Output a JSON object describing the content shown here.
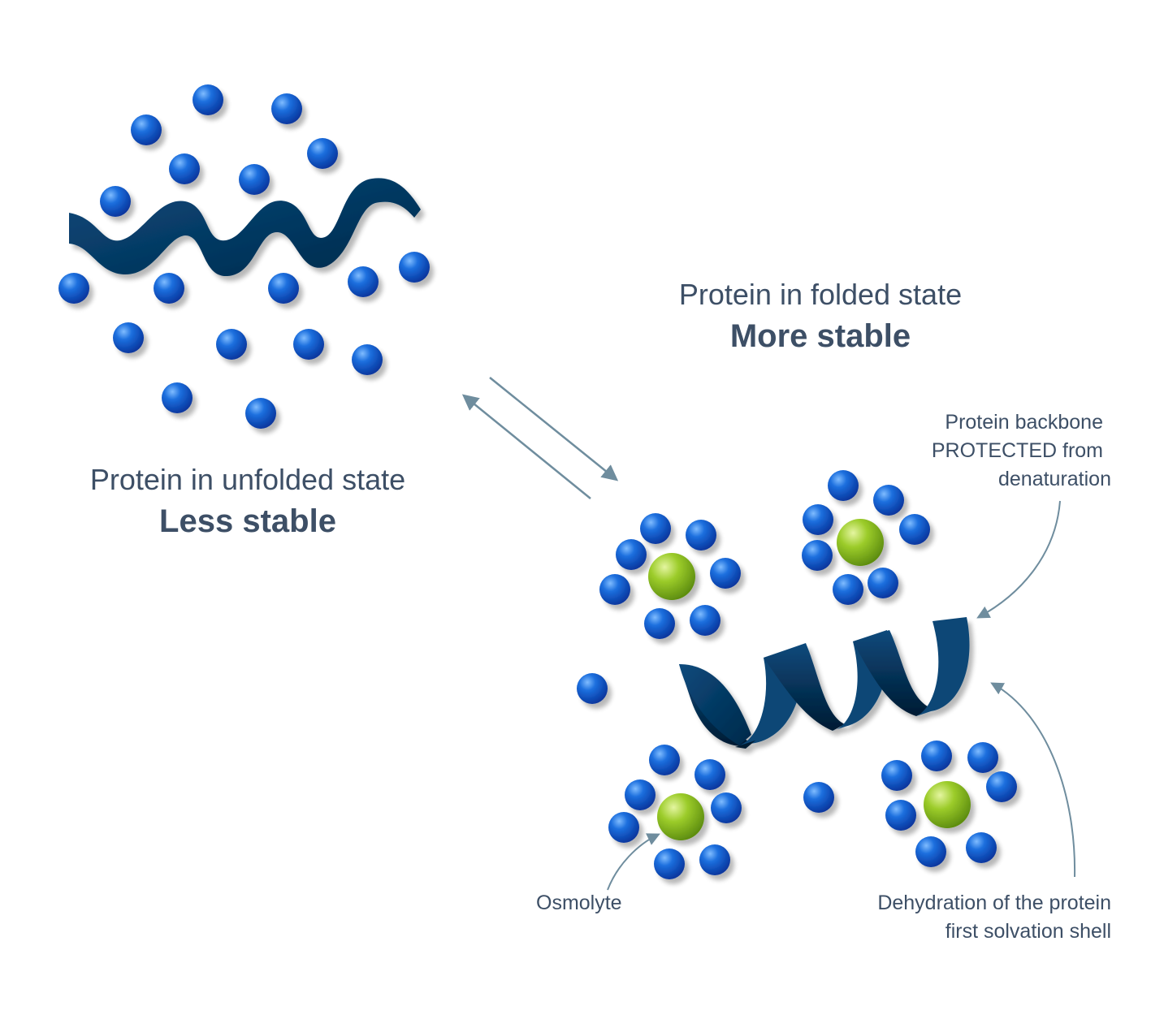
{
  "labels": {
    "unfolded_state": "Protein in unfolded state",
    "unfolded_stability": "Less stable",
    "folded_state": "Protein in folded state",
    "folded_stability": "More stable",
    "backbone_line1": "Protein backbone",
    "backbone_line2": "PROTECTED from",
    "backbone_line3": "denaturation",
    "osmolyte": "Osmolyte",
    "dehydration_line1": "Dehydration of the protein",
    "dehydration_line2": "first solvation shell"
  },
  "colors": {
    "text": "#3d4f66",
    "arrow": "#6f8d9e",
    "protein_ribbon": "#003d66",
    "water_molecule": "#0a5cc8",
    "osmolyte_molecule": "#8cc21e"
  }
}
